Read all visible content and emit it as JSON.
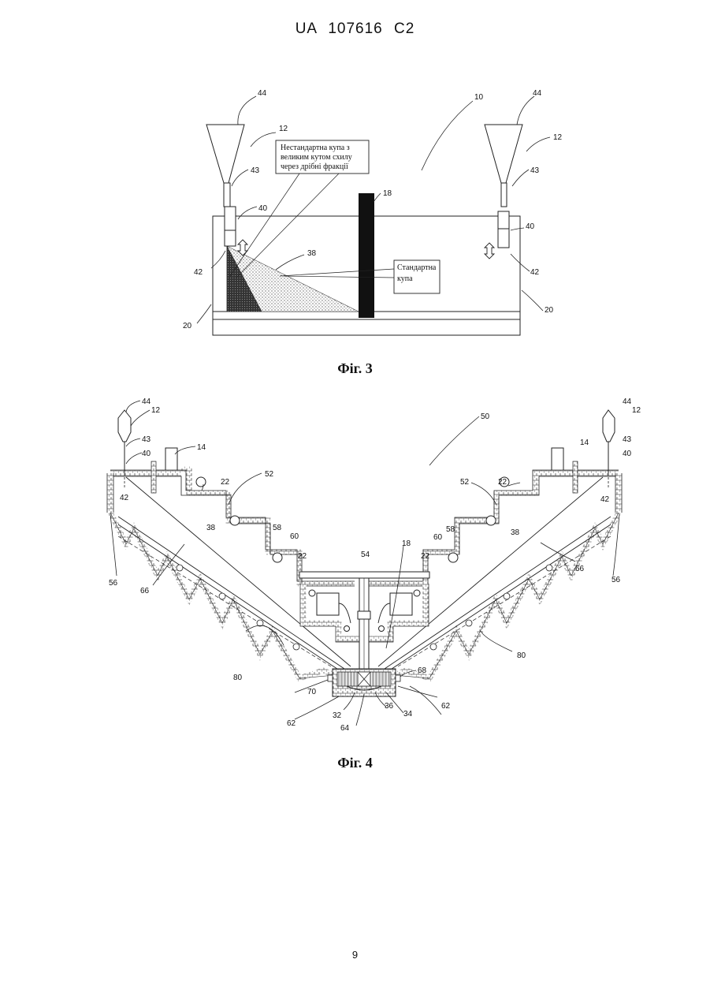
{
  "header": {
    "patent_number": "UA   107616   C2"
  },
  "fig3": {
    "caption": "Фіг. 3",
    "callout_nonstandard": [
      "Нестандартна купа з",
      "великим кутом схилу",
      "через дрібні фракції"
    ],
    "callout_standard": [
      "Стандартна",
      "купа"
    ],
    "labels": {
      "l44a": "44",
      "l12a": "12",
      "l43a": "43",
      "l40a": "40",
      "l42a": "42",
      "l20a": "20",
      "l10": "10",
      "l18": "18",
      "l38": "38",
      "l44b": "44",
      "l12b": "12",
      "l43b": "43",
      "l40b": "40",
      "l42b": "42",
      "l20b": "20"
    }
  },
  "fig4": {
    "caption": "Фіг. 4",
    "labels": {
      "l44a": "44",
      "l12a": "12",
      "l43a": "43",
      "l40a": "40",
      "l42a": "42",
      "l14a": "14",
      "l22a": "22",
      "l52a": "52",
      "l58a": "58",
      "l60a": "60",
      "l22b": "22",
      "l38a": "38",
      "l56a": "56",
      "l66a": "66",
      "l80a": "80",
      "l50": "50",
      "l54": "54",
      "l18": "18",
      "l44b": "44",
      "l12b": "12",
      "l43b": "43",
      "l40b": "40",
      "l42b": "42",
      "l14b": "14",
      "l22c": "22",
      "l52b": "52",
      "l58b": "58",
      "l60b": "60",
      "l22d": "22",
      "l38b": "38",
      "l56b": "56",
      "l66b": "66",
      "l80b": "80",
      "l68": "68",
      "l70": "70",
      "l62a": "62",
      "l62b": "62",
      "l32": "32",
      "l36": "36",
      "l34": "34",
      "l64": "64"
    }
  },
  "page_number": "9"
}
